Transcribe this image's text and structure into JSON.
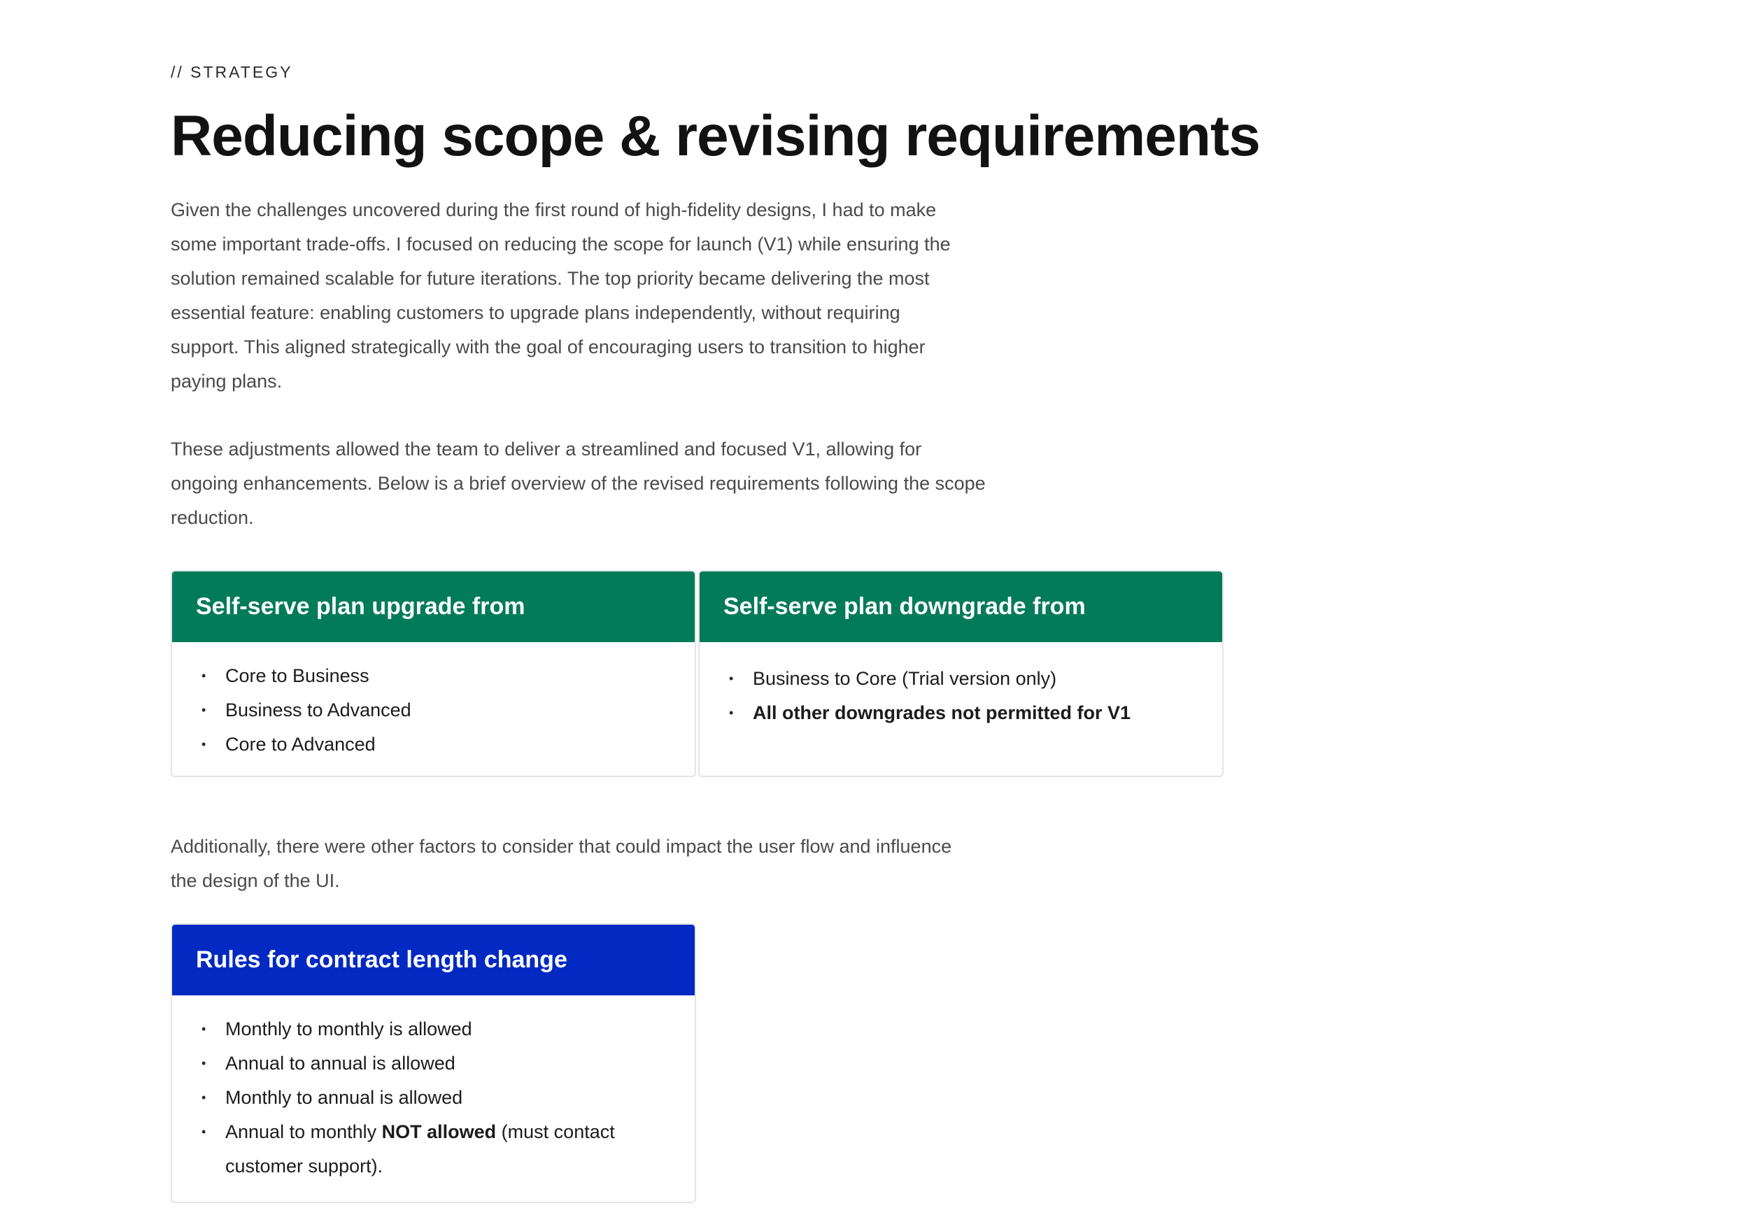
{
  "section": {
    "eyebrow": "// STRATEGY",
    "title": "Reducing scope & revising requirements"
  },
  "paragraphs": {
    "intro": "Given the challenges uncovered during the first round of high-fidelity designs, I had to make some important trade-offs. I focused on reducing the scope for launch (V1) while ensuring the solution remained scalable for future iterations. The top priority became delivering the most essential feature: enabling customers to upgrade plans independently, without requiring support. This aligned strategically with the goal of encouraging users to transition to higher paying plans.",
    "adjustments": "These adjustments allowed the team to deliver a streamlined and focused V1, allowing for ongoing enhancements. Below is a brief overview of the revised requirements following the scope reduction.",
    "additionally": "Additionally, there were other factors to consider that could impact the user flow and influence the design of the UI."
  },
  "upgrade_card": {
    "title": "Self-serve plan upgrade from",
    "header_color": "#027b59",
    "items": [
      "Core to Business",
      "Business to Advanced",
      "Core to Advanced"
    ]
  },
  "downgrade_card": {
    "title": "Self-serve plan downgrade from",
    "header_color": "#027b59",
    "items": [
      "Business to Core (Trial version only)",
      "All other downgrades not permitted for V1"
    ]
  },
  "contract_card": {
    "title": "Rules for contract length change",
    "header_color": "#0229c1",
    "items": [
      "Monthly to monthly is allowed",
      "Annual to annual is allowed",
      "Monthly to annual is allowed"
    ],
    "last_item": {
      "prefix": "Annual to monthly ",
      "emphasis": "NOT allowed",
      "suffix": " (must contact customer support)."
    }
  },
  "bullet_glyph": "•"
}
